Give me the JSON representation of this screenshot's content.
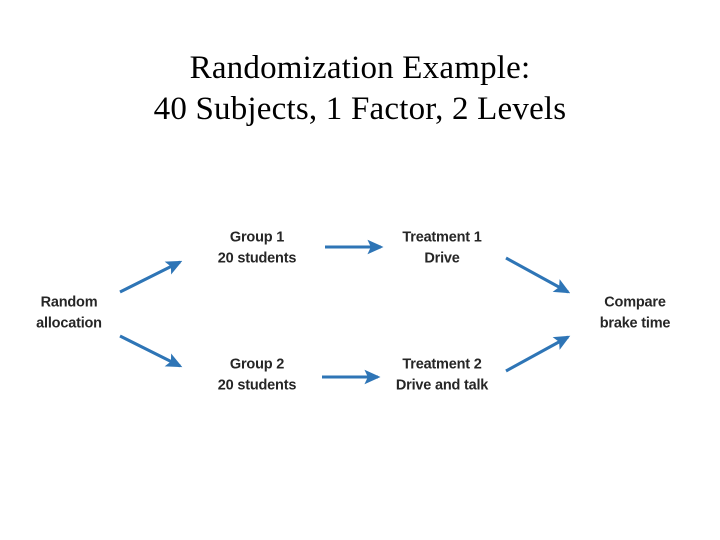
{
  "slide": {
    "background_color": "#ffffff",
    "title": {
      "line1": "Randomization Example:",
      "line2": "40 Subjects, 1 Factor, 2 Levels",
      "color": "#000000"
    }
  },
  "diagram": {
    "type": "flow-diagram",
    "accent_color": "#2E75B6",
    "label_color": "#262626",
    "nodes": [
      {
        "id": "random-allocation",
        "line1": "Random",
        "line2": "allocation"
      },
      {
        "id": "group-1",
        "line1": "Group 1",
        "line2": "20 students"
      },
      {
        "id": "group-2",
        "line1": "Group 2",
        "line2": "20 students"
      },
      {
        "id": "treatment-1",
        "line1": "Treatment 1",
        "line2": "Drive"
      },
      {
        "id": "treatment-2",
        "line1": "Treatment 2",
        "line2": "Drive and talk"
      },
      {
        "id": "compare",
        "line1": "Compare",
        "line2": "brake time"
      }
    ],
    "arrows": [
      {
        "id": "random-to-group1",
        "from": "random-allocation",
        "to": "group-1",
        "direction": "up-right"
      },
      {
        "id": "random-to-group2",
        "from": "random-allocation",
        "to": "group-2",
        "direction": "down-right"
      },
      {
        "id": "group1-to-treatment1",
        "from": "group-1",
        "to": "treatment-1",
        "direction": "right"
      },
      {
        "id": "group2-to-treatment2",
        "from": "group-2",
        "to": "treatment-2",
        "direction": "right"
      },
      {
        "id": "treatment1-to-compare",
        "from": "treatment-1",
        "to": "compare",
        "direction": "down-right"
      },
      {
        "id": "treatment2-to-compare",
        "from": "treatment-2",
        "to": "compare",
        "direction": "up-right"
      }
    ]
  }
}
